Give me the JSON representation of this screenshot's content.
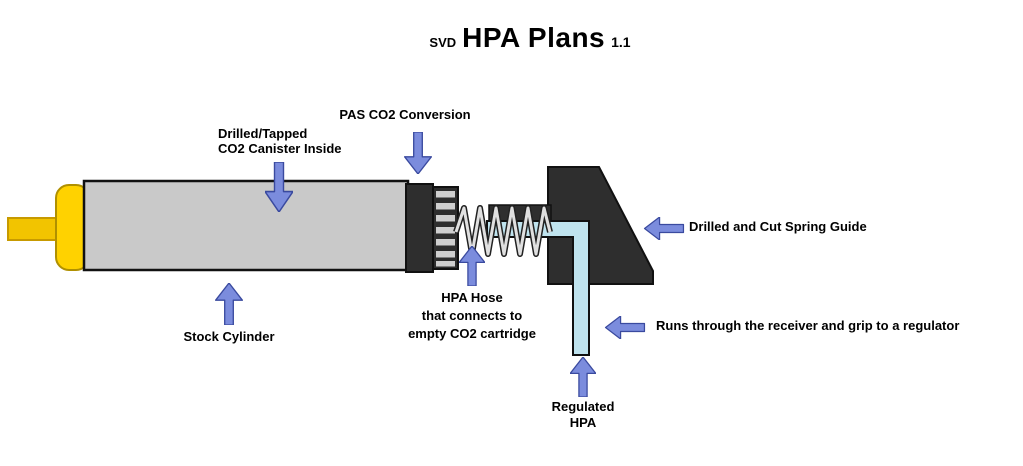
{
  "title": {
    "prefix": "SVD",
    "main": "HPA Plans",
    "version": "1.1"
  },
  "labels": {
    "pas_co2": "PAS CO2 Conversion",
    "drilled_tapped": [
      "Drilled/Tapped",
      "CO2 Canister Inside"
    ],
    "stock_cylinder": "Stock Cylinder",
    "hpa_hose": [
      "HPA Hose",
      "that connects to",
      "empty CO2 cartridge"
    ],
    "spring_guide": "Drilled and Cut Spring Guide",
    "runs_through": "Runs through the receiver and grip to a regulator",
    "regulated_hpa": [
      "Regulated",
      "HPA"
    ]
  },
  "colors": {
    "arrow_fill": "#7b8cdd",
    "arrow_outline": "#3a4a9f",
    "cylinder_gray": "#c9c9c9",
    "cap_yellow": "#ffd200",
    "rod_yellow": "#f2c400",
    "hose_blue": "#bfe3ee",
    "dark_metal": "#2e2e2e",
    "spring_gray": "#e0e0e0",
    "outline": "#111111"
  }
}
